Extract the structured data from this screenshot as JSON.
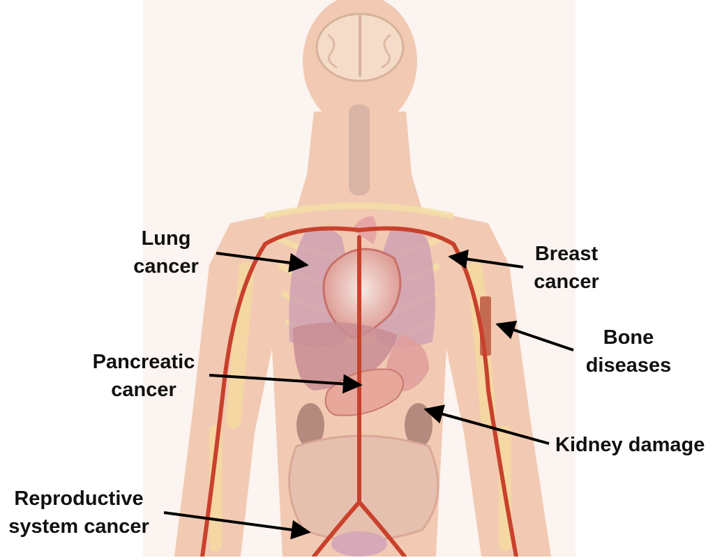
{
  "labels": {
    "lung": [
      "Lung",
      "cancer"
    ],
    "breast": [
      "Breast",
      "cancer"
    ],
    "bone": [
      "Bone",
      "diseases"
    ],
    "pancreatic": [
      "Pancreatic",
      "cancer"
    ],
    "kidney": [
      "Kidney damage"
    ],
    "reproductive": [
      "Reproductive",
      "system cancer"
    ]
  },
  "colors": {
    "skin": "#f2c6ae",
    "artery": "#c8412c",
    "arrow": "#000000",
    "text": "#111111"
  }
}
